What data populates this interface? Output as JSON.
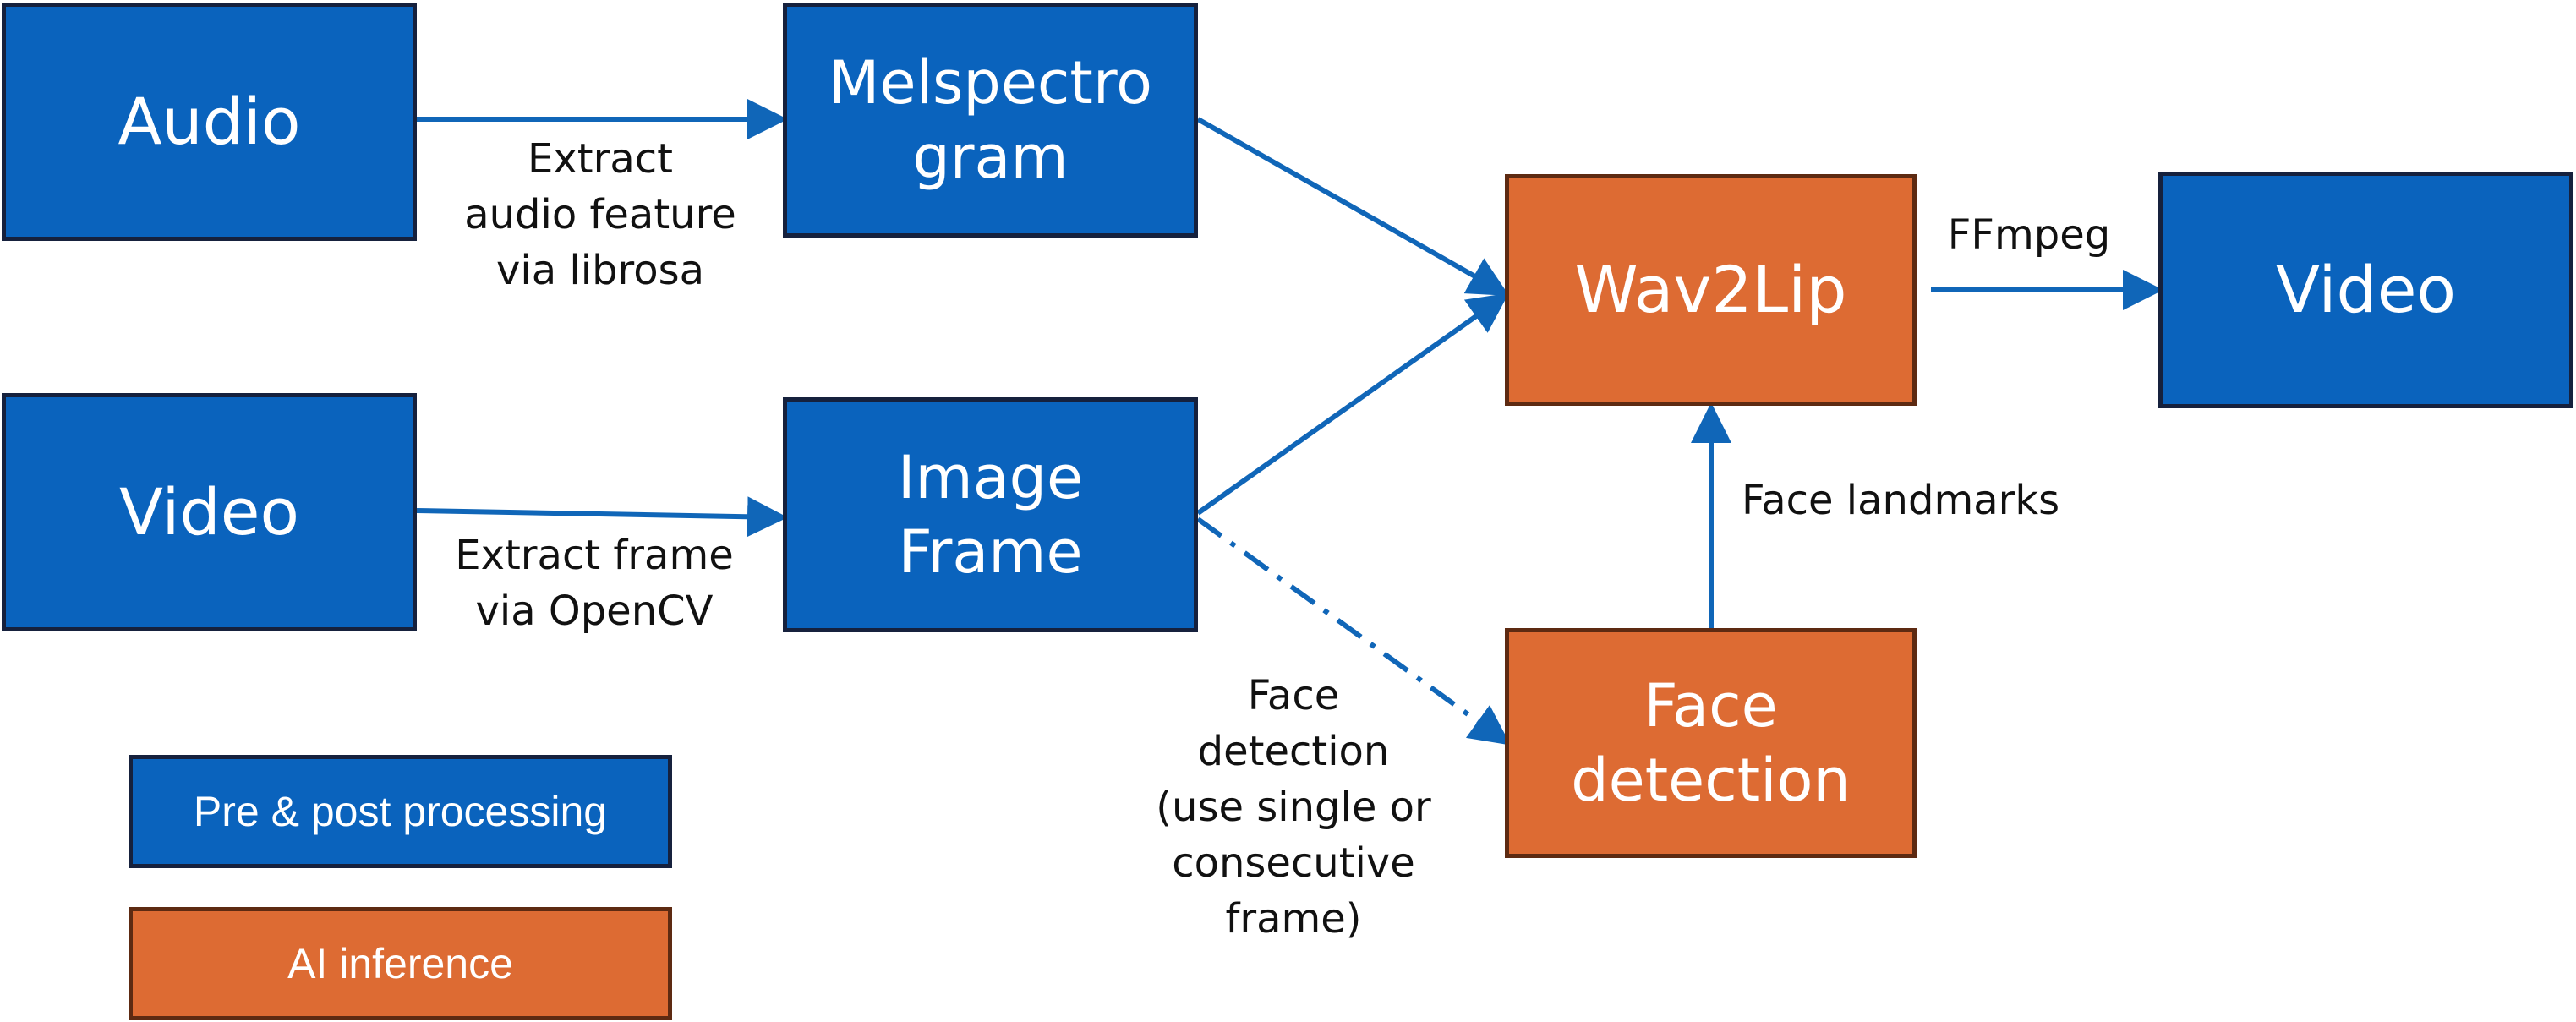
{
  "boxes": {
    "audio": "Audio",
    "melspectrogram": "Melspectro\ngram",
    "video_input": "Video",
    "image_frame": "Image\nFrame",
    "wav2lip": "Wav2Lip",
    "face_detection": "Face\ndetection",
    "video_output": "Video"
  },
  "edge_labels": {
    "extract_audio": "Extract\naudio feature\nvia librosa",
    "extract_frame": "Extract frame\nvia OpenCV",
    "face_detection_note": "Face\ndetection\n(use single or\nconsecutive\nframe)",
    "face_landmarks": "Face landmarks",
    "ffmpeg": "FFmpeg"
  },
  "legend": {
    "pre_post": "Pre & post processing",
    "ai_inference": "AI inference"
  },
  "colors": {
    "processing_fill": "#0a63bd",
    "inference_fill": "#dd6b33",
    "arrow": "#1066b8"
  }
}
